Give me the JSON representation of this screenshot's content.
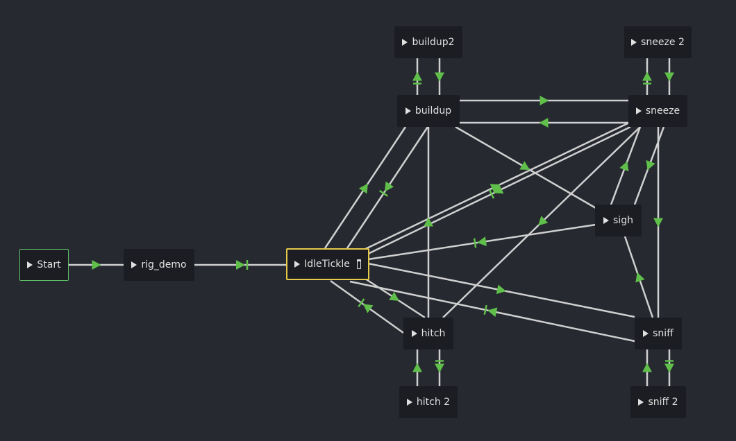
{
  "colors": {
    "background": "#262930",
    "node": "#1b1d22",
    "line": "#d0d0d0",
    "arrow": "#5fbf4a",
    "start_border": "#5fbf6a",
    "selected_border": "#e6c84a"
  },
  "nodes": [
    {
      "id": "start",
      "label": "Start",
      "state": "start"
    },
    {
      "id": "rig_demo",
      "label": "rig_demo"
    },
    {
      "id": "idletickle",
      "label": "IdleTickle",
      "state": "selected",
      "icon": "edit-icon"
    },
    {
      "id": "buildup2",
      "label": "buildup2"
    },
    {
      "id": "buildup",
      "label": "buildup"
    },
    {
      "id": "sneeze2",
      "label": "sneeze 2"
    },
    {
      "id": "sneeze",
      "label": "sneeze"
    },
    {
      "id": "sigh",
      "label": "sigh"
    },
    {
      "id": "hitch",
      "label": "hitch"
    },
    {
      "id": "hitch2",
      "label": "hitch 2"
    },
    {
      "id": "sniff",
      "label": "sniff"
    },
    {
      "id": "sniff2",
      "label": "sniff 2"
    }
  ],
  "transitions": [
    {
      "from": "start",
      "to": "rig_demo",
      "type": "auto"
    },
    {
      "from": "rig_demo",
      "to": "idletickle",
      "type": "immediate"
    },
    {
      "from": "idletickle",
      "to": "buildup",
      "type": "auto"
    },
    {
      "from": "buildup",
      "to": "idletickle",
      "type": "immediate"
    },
    {
      "from": "idletickle",
      "to": "sneeze",
      "type": "auto"
    },
    {
      "from": "sneeze",
      "to": "idletickle",
      "type": "immediate"
    },
    {
      "from": "sigh",
      "to": "idletickle",
      "type": "immediate"
    },
    {
      "from": "idletickle",
      "to": "sniff",
      "type": "auto"
    },
    {
      "from": "sniff",
      "to": "idletickle",
      "type": "immediate"
    },
    {
      "from": "idletickle",
      "to": "hitch",
      "type": "auto"
    },
    {
      "from": "hitch",
      "to": "idletickle",
      "type": "immediate"
    },
    {
      "from": "buildup",
      "to": "sneeze",
      "type": "auto"
    },
    {
      "from": "sneeze",
      "to": "buildup",
      "type": "auto"
    },
    {
      "from": "buildup",
      "to": "buildup2",
      "type": "end"
    },
    {
      "from": "buildup2",
      "to": "buildup",
      "type": "auto"
    },
    {
      "from": "sneeze",
      "to": "sneeze2",
      "type": "end"
    },
    {
      "from": "sneeze2",
      "to": "sneeze",
      "type": "auto"
    },
    {
      "from": "buildup",
      "to": "sigh",
      "type": "auto"
    },
    {
      "from": "hitch",
      "to": "buildup",
      "type": "auto"
    },
    {
      "from": "sneeze",
      "to": "hitch",
      "type": "auto"
    },
    {
      "from": "sigh",
      "to": "sneeze",
      "type": "auto"
    },
    {
      "from": "sneeze",
      "to": "sigh",
      "type": "auto"
    },
    {
      "from": "sneeze",
      "to": "sniff",
      "type": "auto"
    },
    {
      "from": "sniff",
      "to": "sigh",
      "type": "auto"
    },
    {
      "from": "hitch",
      "to": "hitch2",
      "type": "end"
    },
    {
      "from": "hitch2",
      "to": "hitch",
      "type": "auto"
    },
    {
      "from": "sniff",
      "to": "sniff2",
      "type": "end"
    },
    {
      "from": "sniff2",
      "to": "sniff",
      "type": "auto"
    }
  ]
}
